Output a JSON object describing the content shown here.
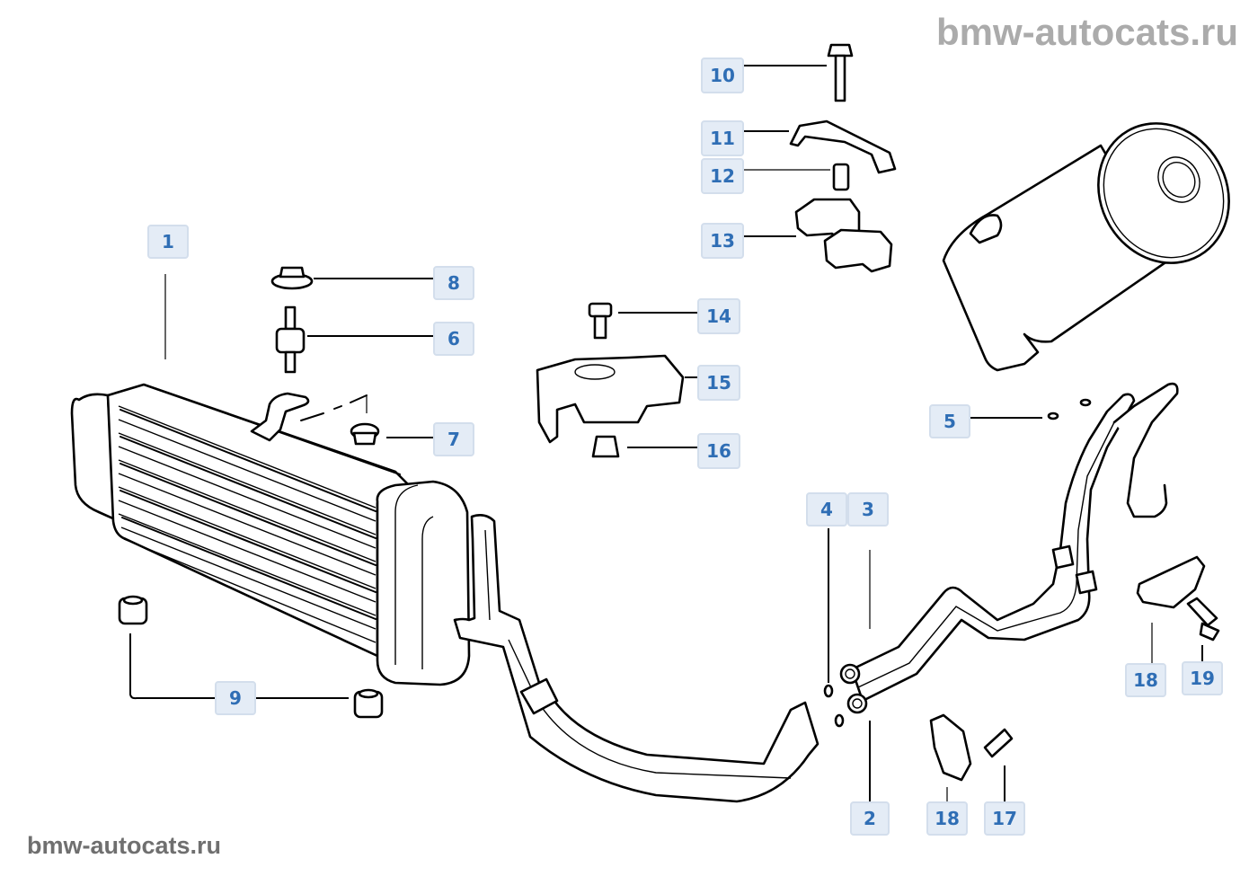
{
  "watermark": {
    "top": "bmw-autocats.ru",
    "bottom": "bmw-autocats.ru"
  },
  "diagram": {
    "title": "Oil cooler / oil cooler lines exploded view",
    "label_colors": {
      "fill": "#e4ecf6",
      "border": "#d3deec",
      "text": "#2f6eb5"
    },
    "callouts": [
      {
        "id": "1",
        "part": "oil-cooler"
      },
      {
        "id": "2",
        "part": "oil-cooler-line-lower"
      },
      {
        "id": "3",
        "part": "oil-cooler-line-upper"
      },
      {
        "id": "4",
        "part": "seal-ring"
      },
      {
        "id": "5",
        "part": "o-ring"
      },
      {
        "id": "6",
        "part": "rubber-mount-stud"
      },
      {
        "id": "7",
        "part": "nut"
      },
      {
        "id": "8",
        "part": "flange-nut"
      },
      {
        "id": "9",
        "part": "rubber-grommet"
      },
      {
        "id": "10",
        "part": "bolt"
      },
      {
        "id": "11",
        "part": "bracket"
      },
      {
        "id": "12",
        "part": "sleeve"
      },
      {
        "id": "13",
        "part": "pipe-clamp"
      },
      {
        "id": "14",
        "part": "hex-bolt"
      },
      {
        "id": "15",
        "part": "holder"
      },
      {
        "id": "16",
        "part": "bushing"
      },
      {
        "id": "17",
        "part": "screw"
      },
      {
        "id": "18",
        "part": "clip"
      },
      {
        "id": "18",
        "part": "clip"
      },
      {
        "id": "19",
        "part": "screw"
      }
    ]
  }
}
